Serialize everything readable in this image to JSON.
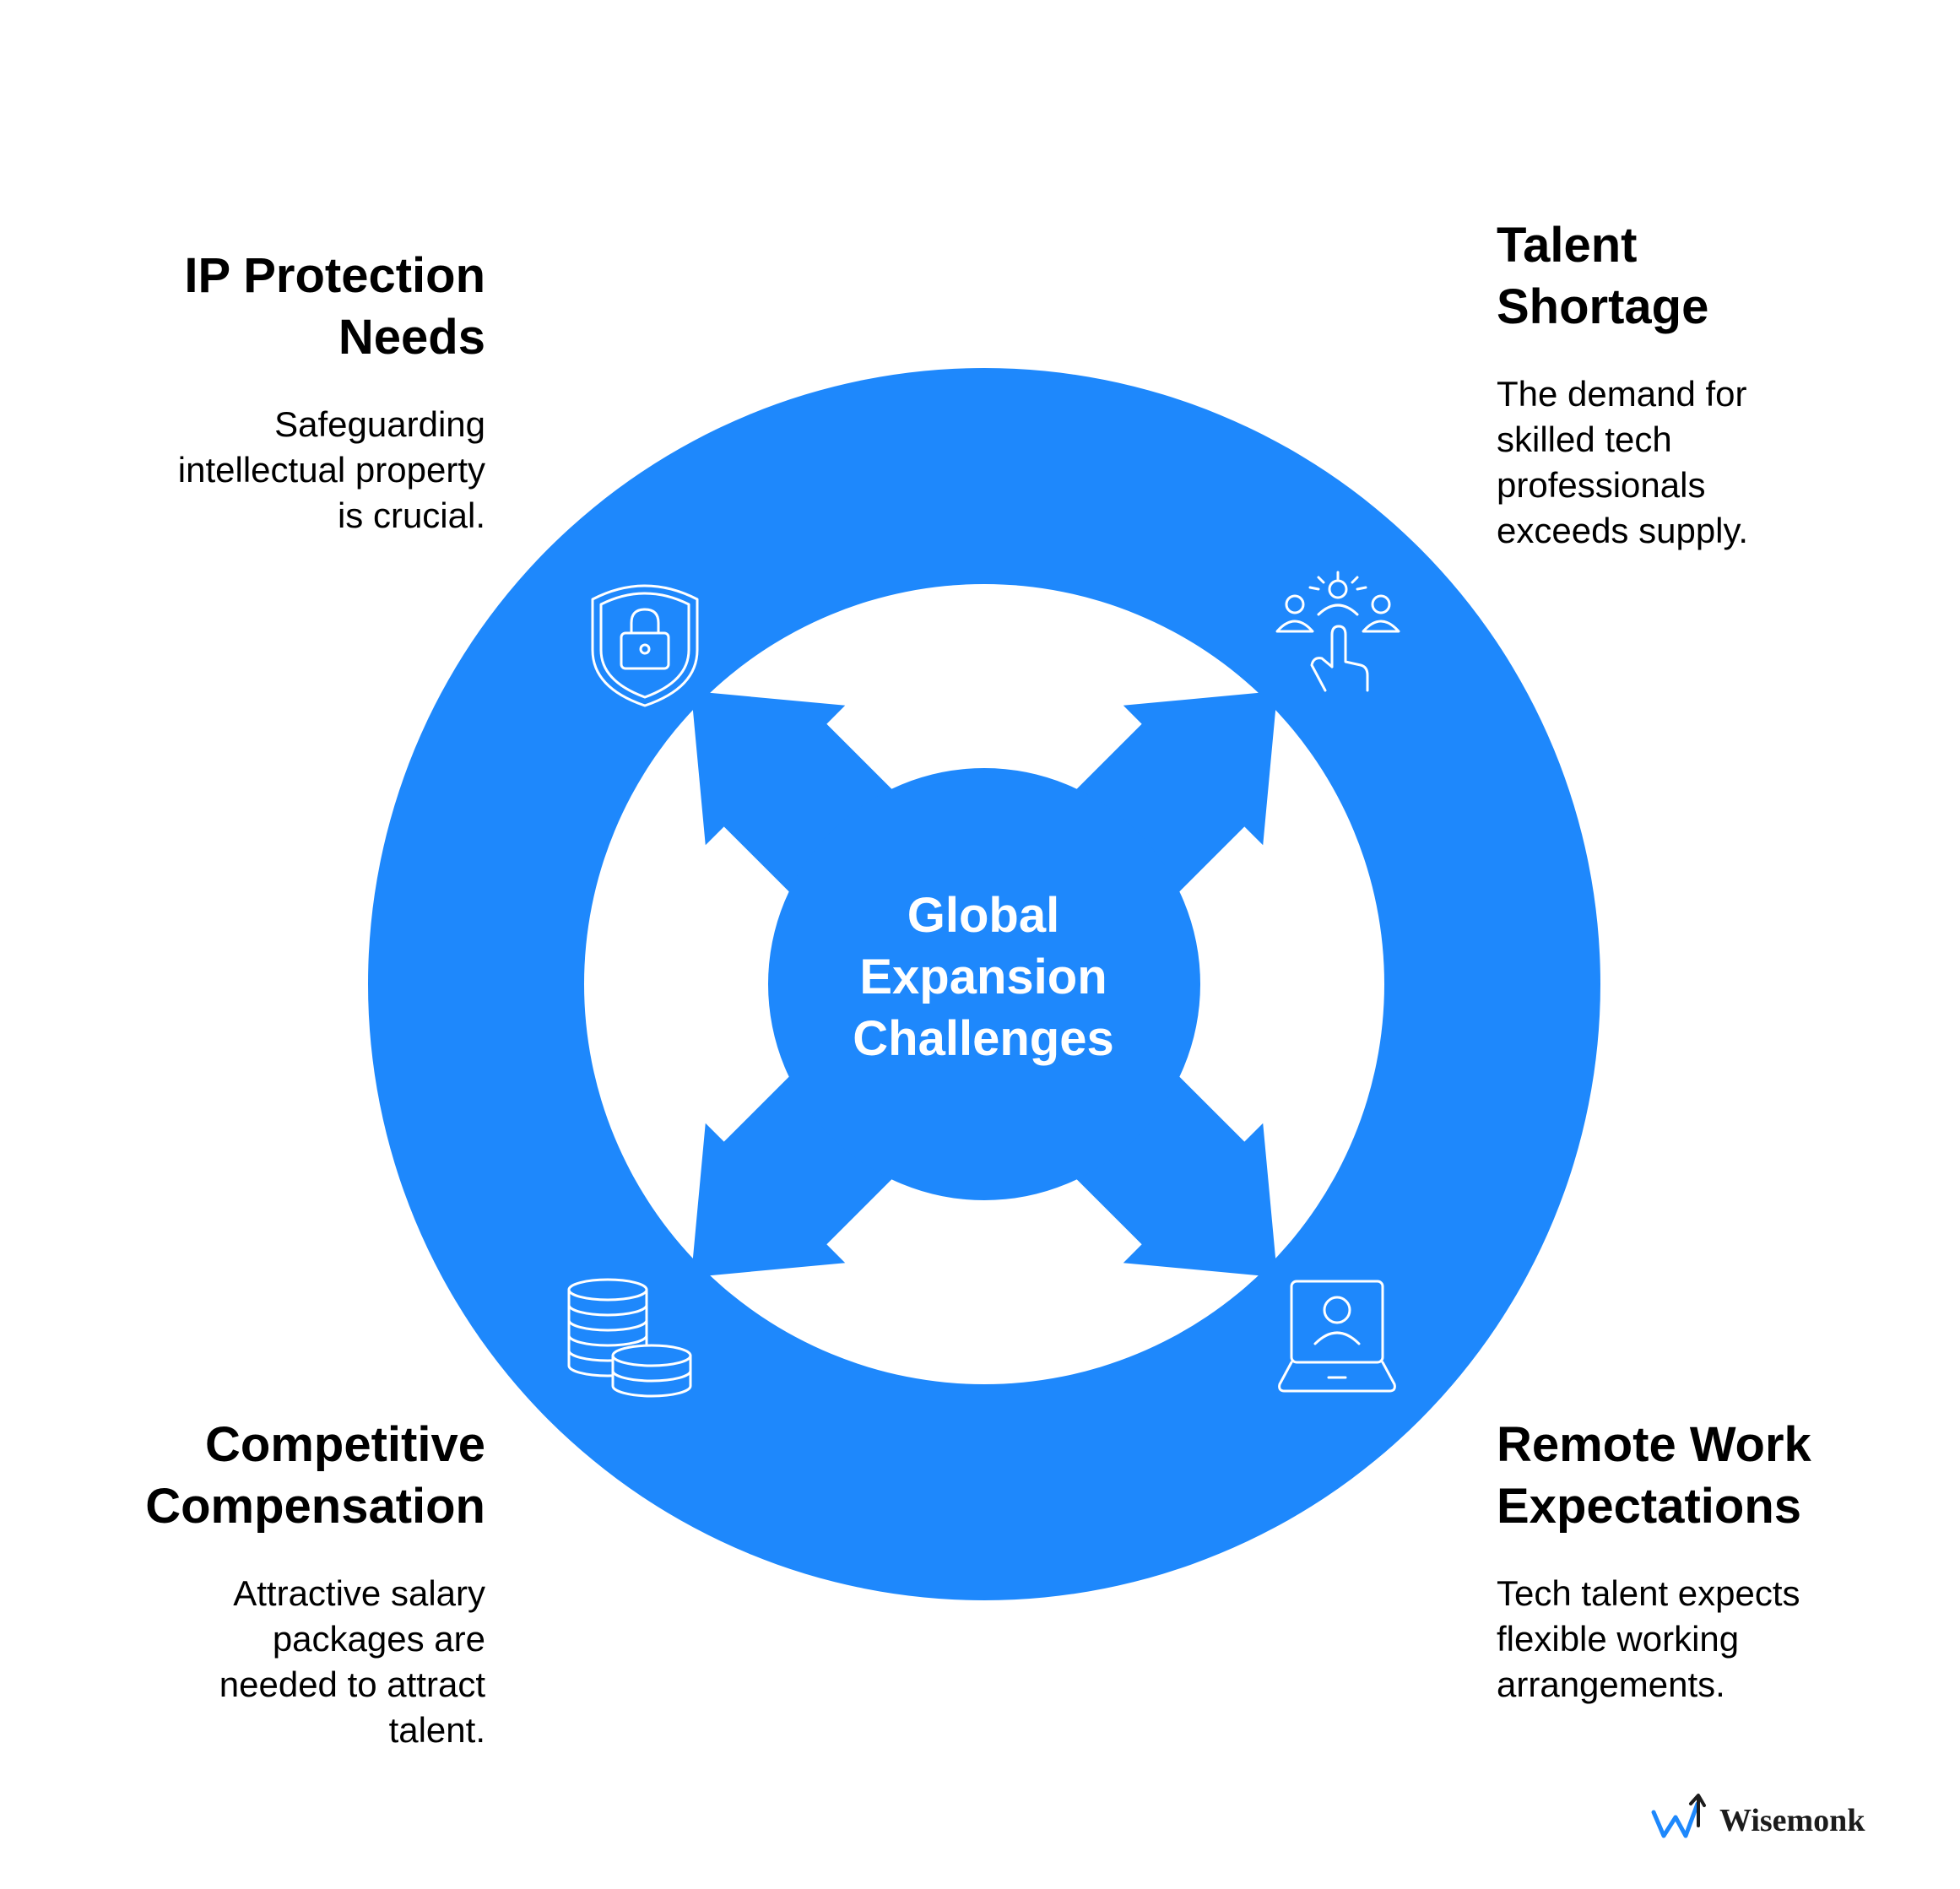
{
  "diagram": {
    "center_title_lines": [
      "Global",
      "Expansion",
      "Challenges"
    ],
    "colors": {
      "accent": "#1e88fc",
      "background": "#ffffff",
      "text": "#000000",
      "icon_stroke": "#ffffff"
    },
    "items": [
      {
        "title_lines": [
          "IP Protection",
          "Needs"
        ],
        "description_lines": [
          "Safeguarding",
          "intellectual property",
          "is crucial."
        ],
        "icon": "shield-lock-icon"
      },
      {
        "title_lines": [
          "Talent",
          "Shortage"
        ],
        "description_lines": [
          "The demand for",
          "skilled tech",
          "professionals",
          "exceeds supply."
        ],
        "icon": "people-hand-icon"
      },
      {
        "title_lines": [
          "Competitive",
          "Compensation"
        ],
        "description_lines": [
          "Attractive salary",
          "packages are",
          "needed to attract",
          "talent."
        ],
        "icon": "coins-stack-icon"
      },
      {
        "title_lines": [
          "Remote Work",
          "Expectations"
        ],
        "description_lines": [
          "Tech talent expects",
          "flexible working",
          "arrangements."
        ],
        "icon": "laptop-user-icon"
      }
    ]
  },
  "brand": {
    "name": "Wisemonk",
    "icon": "wisemonk-logo-icon"
  }
}
